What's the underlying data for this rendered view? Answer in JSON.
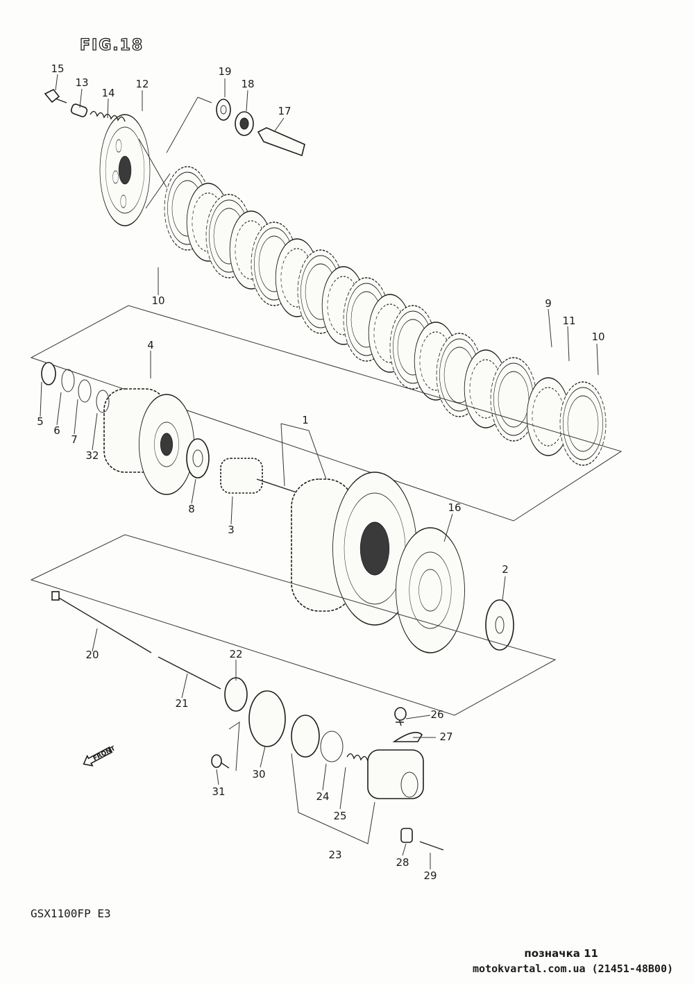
{
  "figure_title": "FIG.18",
  "model_code": "GSX1100FP E3",
  "front_arrow": "FRONT",
  "footer": {
    "line1": "позначка 11",
    "line2": "motokvartal.com.ua (21451-48B00)"
  },
  "callouts": [
    {
      "num": "1"
    },
    {
      "num": "2"
    },
    {
      "num": "3"
    },
    {
      "num": "4"
    },
    {
      "num": "5"
    },
    {
      "num": "6"
    },
    {
      "num": "7"
    },
    {
      "num": "8"
    },
    {
      "num": "9"
    },
    {
      "num": "10"
    },
    {
      "num": "10"
    },
    {
      "num": "11"
    },
    {
      "num": "12"
    },
    {
      "num": "13"
    },
    {
      "num": "14"
    },
    {
      "num": "15"
    },
    {
      "num": "16"
    },
    {
      "num": "17"
    },
    {
      "num": "18"
    },
    {
      "num": "19"
    },
    {
      "num": "20"
    },
    {
      "num": "21"
    },
    {
      "num": "22"
    },
    {
      "num": "23"
    },
    {
      "num": "24"
    },
    {
      "num": "25"
    },
    {
      "num": "26"
    },
    {
      "num": "27"
    },
    {
      "num": "28"
    },
    {
      "num": "29"
    },
    {
      "num": "30"
    },
    {
      "num": "31"
    },
    {
      "num": "32"
    }
  ]
}
